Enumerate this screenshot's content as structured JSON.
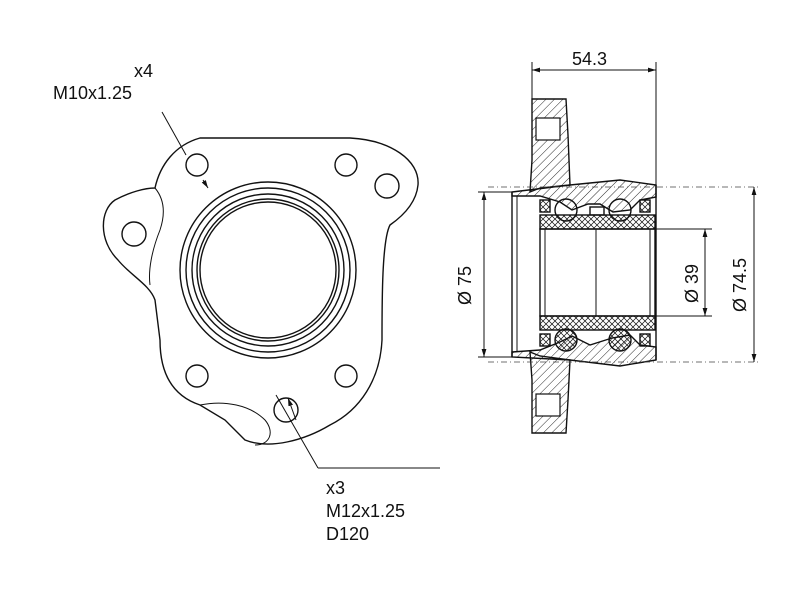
{
  "front_view": {
    "bolt_label_count": "x4",
    "bolt_label_thread": "M10x1.25",
    "stud_label_count": "x3",
    "stud_label_thread": "M12x1.25",
    "stud_label_pcd": "D120"
  },
  "side_view": {
    "width_label": "54.3",
    "dia_outer_label": "Ø 75",
    "dia_inner_label": "Ø 39",
    "dia_seat_label": "Ø 74.5"
  }
}
